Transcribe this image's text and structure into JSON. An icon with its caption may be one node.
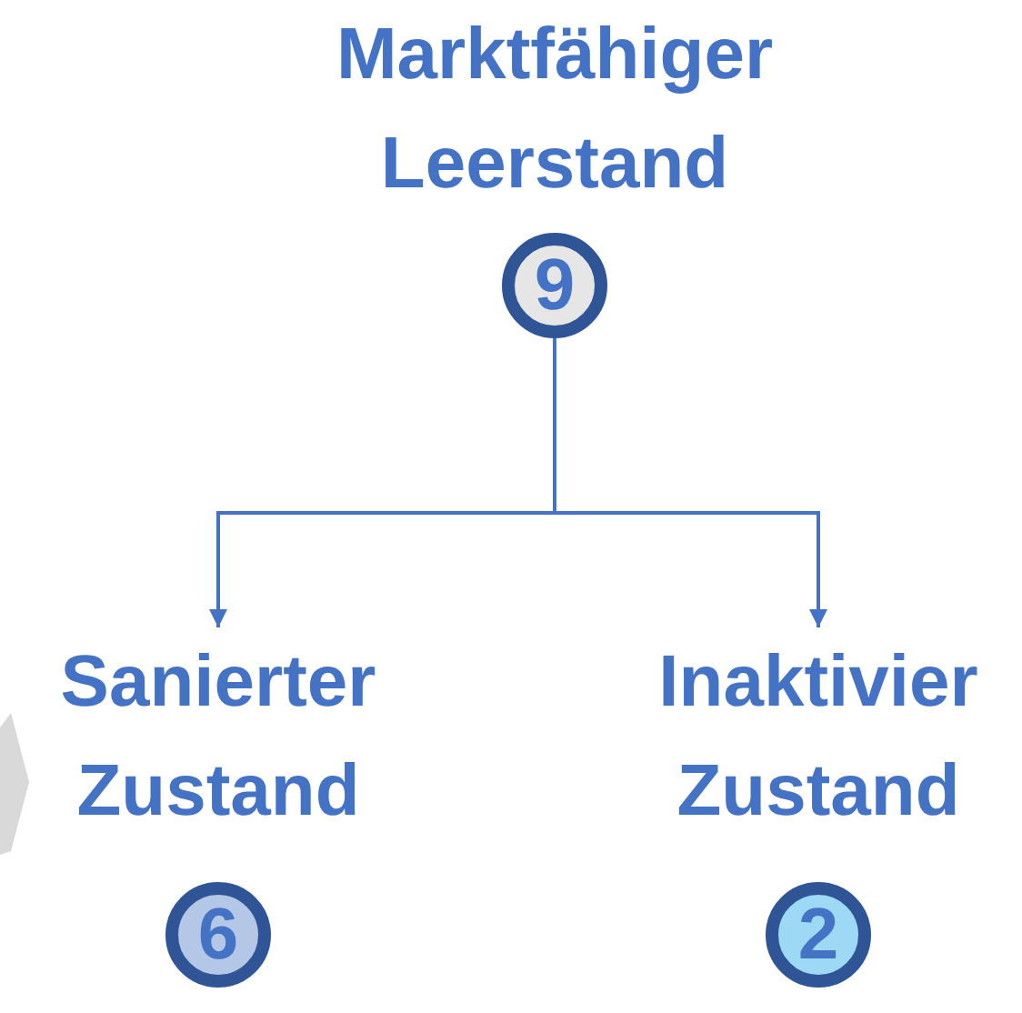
{
  "diagram": {
    "nodes": [
      {
        "text": [
          "Marktfähiger Leerstand",
          "9"
        ]
      },
      {
        "text": [
          "Sanierter Zustand",
          "6"
        ]
      },
      {
        "text": [
          "Inaktivier Zustand",
          "2"
        ]
      }
    ],
    "edges": [
      {
        "from": 0,
        "to": 1,
        "arrow": "to"
      },
      {
        "from": 0,
        "to": 2,
        "arrow": "to"
      }
    ]
  }
}
